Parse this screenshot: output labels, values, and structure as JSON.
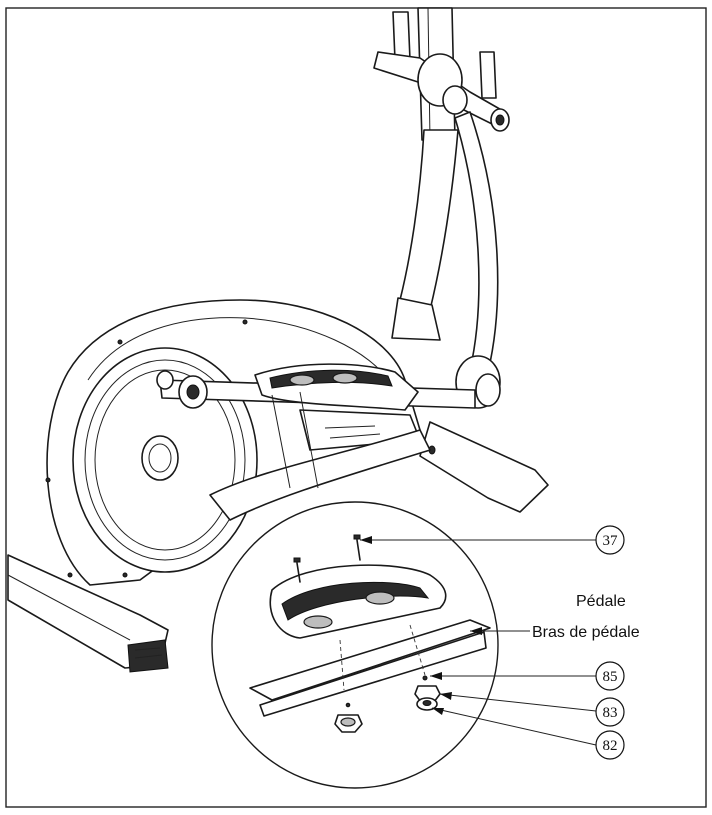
{
  "labels": {
    "pedal": "Pédale",
    "pedal_arm": "Bras de pédale"
  },
  "callouts": [
    "37",
    "85",
    "83",
    "82"
  ]
}
